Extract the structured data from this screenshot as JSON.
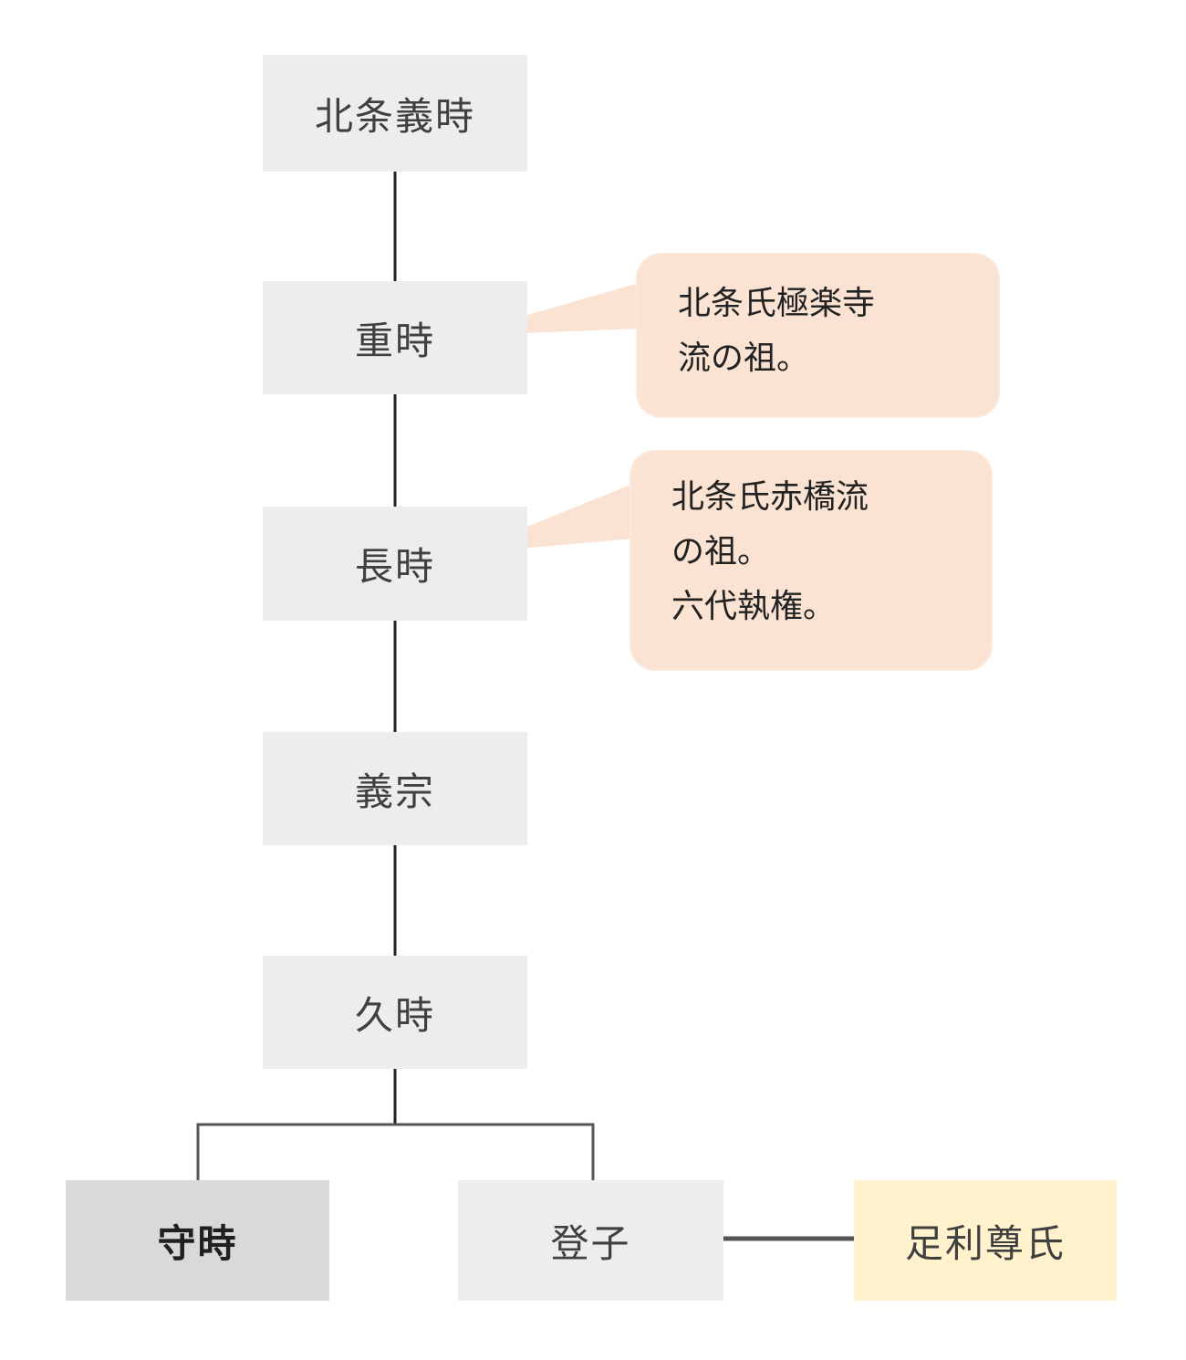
{
  "nodes": {
    "yoshitoki": "北条義時",
    "shigetoki": "重時",
    "nagatoki": "長時",
    "yoshimune": "義宗",
    "hisatoki": "久時",
    "moritoki": "守時",
    "toshiko": "登子",
    "takauji": "足利尊氏"
  },
  "callouts": {
    "shigetoki_note": "北条氏極楽寺\n流の祖。",
    "nagatoki_note": "北条氏赤橋流\nの祖。\n六代執権。"
  },
  "colors": {
    "node": "#ededed",
    "highlight": "#d9d9d9",
    "spouse": "#fff2cc",
    "callout": "#fbe3d3"
  }
}
